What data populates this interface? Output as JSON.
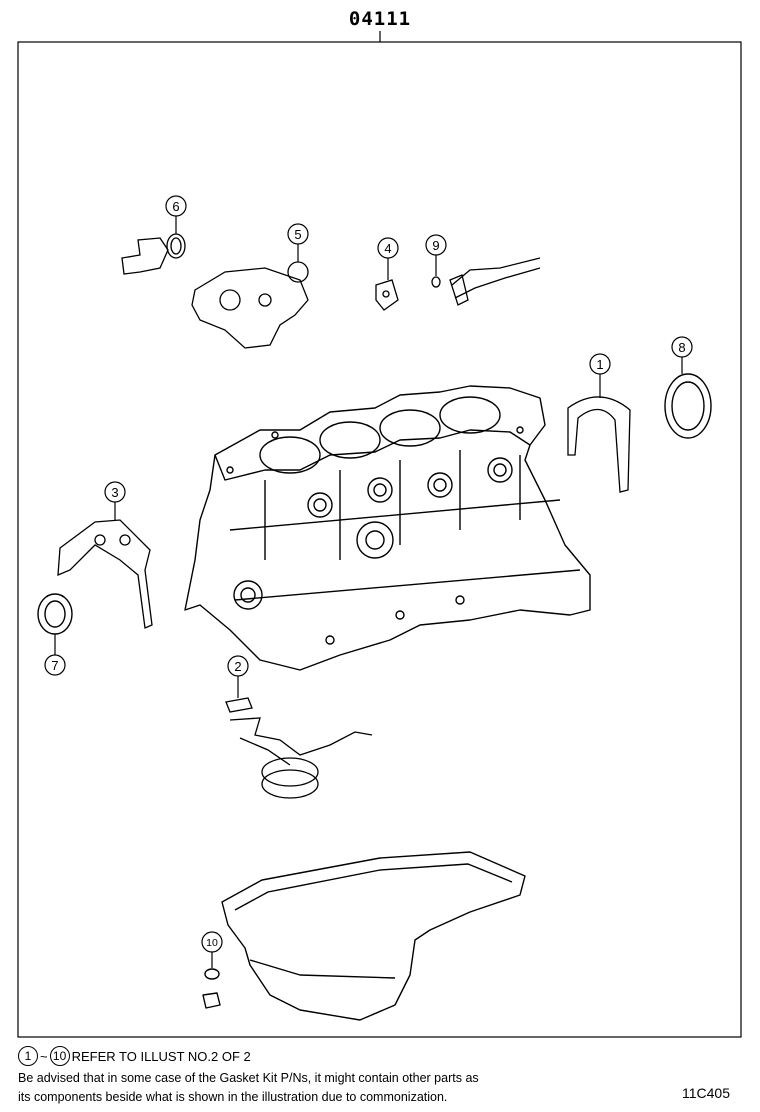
{
  "title": "04111",
  "callouts": [
    "1",
    "2",
    "3",
    "4",
    "5",
    "6",
    "7",
    "8",
    "9",
    "10"
  ],
  "notes": {
    "ref_start": "1",
    "ref_tilde": "~",
    "ref_end": "10",
    "ref_text": "REFER TO ILLUST NO.2 OF 2",
    "advise_line1": "Be advised that in some case of the Gasket Kit P/Ns,  it might contain other parts as",
    "advise_line2": "its components beside what is shown in the illustration due to commonization."
  },
  "illustration_code": "11C405"
}
